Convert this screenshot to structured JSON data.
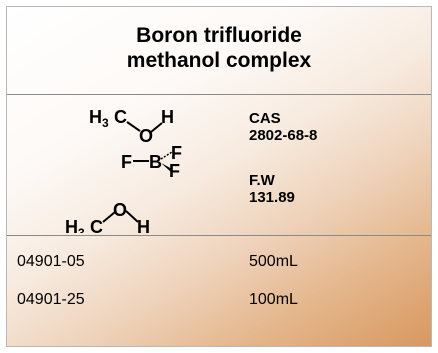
{
  "product": {
    "title_line1": "Boron trifluoride",
    "title_line2": "methanol  complex"
  },
  "structure": {
    "top_h3": "H",
    "top_c": "C",
    "top_o": "O",
    "top_h": "H",
    "f_left": "F",
    "boron": "B",
    "f_right_top": "F",
    "f_right_bottom": "F",
    "bottom_h3": "H",
    "bottom_c": "C",
    "bottom_o": "O",
    "bottom_h": "H",
    "subscript": "3"
  },
  "info": {
    "cas_label": "CAS",
    "cas_value": "2802-68-8",
    "fw_label": "F.W",
    "fw_value": "131.89"
  },
  "packages": [
    {
      "code": "04901-05",
      "size": "500mL"
    },
    {
      "code": "04901-25",
      "size": "100mL"
    }
  ]
}
